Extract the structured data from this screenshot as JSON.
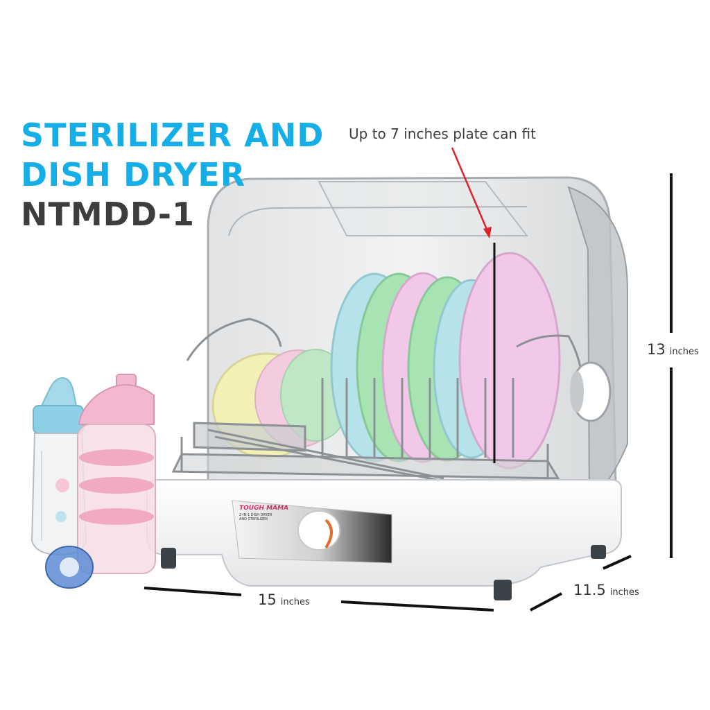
{
  "heading": {
    "line1": "STERILIZER AND",
    "line2": "DISH DRYER",
    "model": "NTMDD-1"
  },
  "annotation": {
    "plate_note": "Up to 7 inches plate can fit"
  },
  "dimensions": {
    "height": {
      "value": "13",
      "unit": "inches"
    },
    "width": {
      "value": "15",
      "unit": "inches"
    },
    "depth": {
      "value": "11.5",
      "unit": "inches"
    }
  },
  "product_label": {
    "brand": "TOUGH MAMA",
    "subtitle_line1": "2-IN-1 DISH DRYER",
    "subtitle_line2": "AND STERILIZER"
  },
  "colors": {
    "title_blue": "#16aee6",
    "model_gray": "#3d3d3d",
    "pointer_red": "#e0202a",
    "plate_pink": "#f2c8e8",
    "plate_green": "#a8e3b4",
    "plate_blue": "#b6e3ea",
    "plate_yellow": "#f2f0b4",
    "bottle_pink": "#f2b8cf",
    "bottle_blue": "#8ccfe6"
  }
}
